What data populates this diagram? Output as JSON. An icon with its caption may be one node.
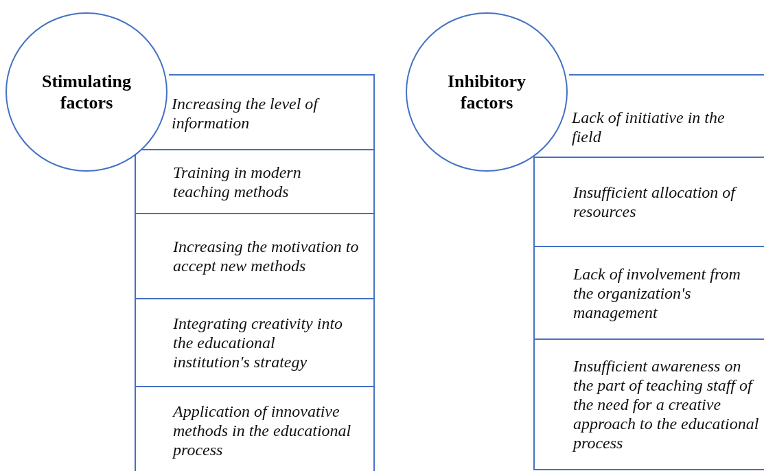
{
  "diagram": {
    "nodes": [
      {
        "text": [
          "Stimulating factors"
        ]
      },
      {
        "text": [
          "Increasing the level of information"
        ]
      },
      {
        "text": [
          "Training in modern teaching methods"
        ]
      },
      {
        "text": [
          "Increasing the motivation to accept new methods"
        ]
      },
      {
        "text": [
          "Integrating creativity into the educational institution's strategy"
        ]
      },
      {
        "text": [
          "Application of innovative methods in the educational process"
        ]
      },
      {
        "text": [
          "Inhibitory factors"
        ]
      },
      {
        "text": [
          "Lack of initiative in the field"
        ]
      },
      {
        "text": [
          "Insufficient allocation of resources"
        ]
      },
      {
        "text": [
          "Lack of involvement from the organization's management"
        ]
      },
      {
        "text": [
          "Insufficient awareness on the part of teaching staff of the need for a creative approach to the educational process"
        ]
      }
    ]
  }
}
